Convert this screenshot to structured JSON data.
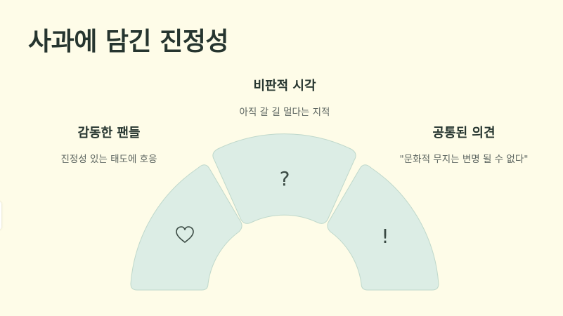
{
  "title": "사과에 담긴 진정성",
  "segments": [
    {
      "id": "left",
      "heading": "감동한 팬들",
      "description": "진정성 있는 태도에 호응",
      "icon": "heart-icon"
    },
    {
      "id": "top",
      "heading": "비판적 시각",
      "description": "아직 갈 길 멀다는 지적",
      "icon": "question-mark-icon",
      "glyph": "?"
    },
    {
      "id": "right",
      "heading": "공통된 의견",
      "description": "\"문화적 무지는 변명 될 수 없다\"",
      "icon": "exclamation-mark-icon",
      "glyph": "!"
    }
  ],
  "colors": {
    "background": "#FEFCE8",
    "segment_fill": "#DCEDE5",
    "segment_stroke": "#BFD8CB",
    "heading": "#26352F",
    "description": "#5C6560",
    "icon": "#3A4A43"
  }
}
